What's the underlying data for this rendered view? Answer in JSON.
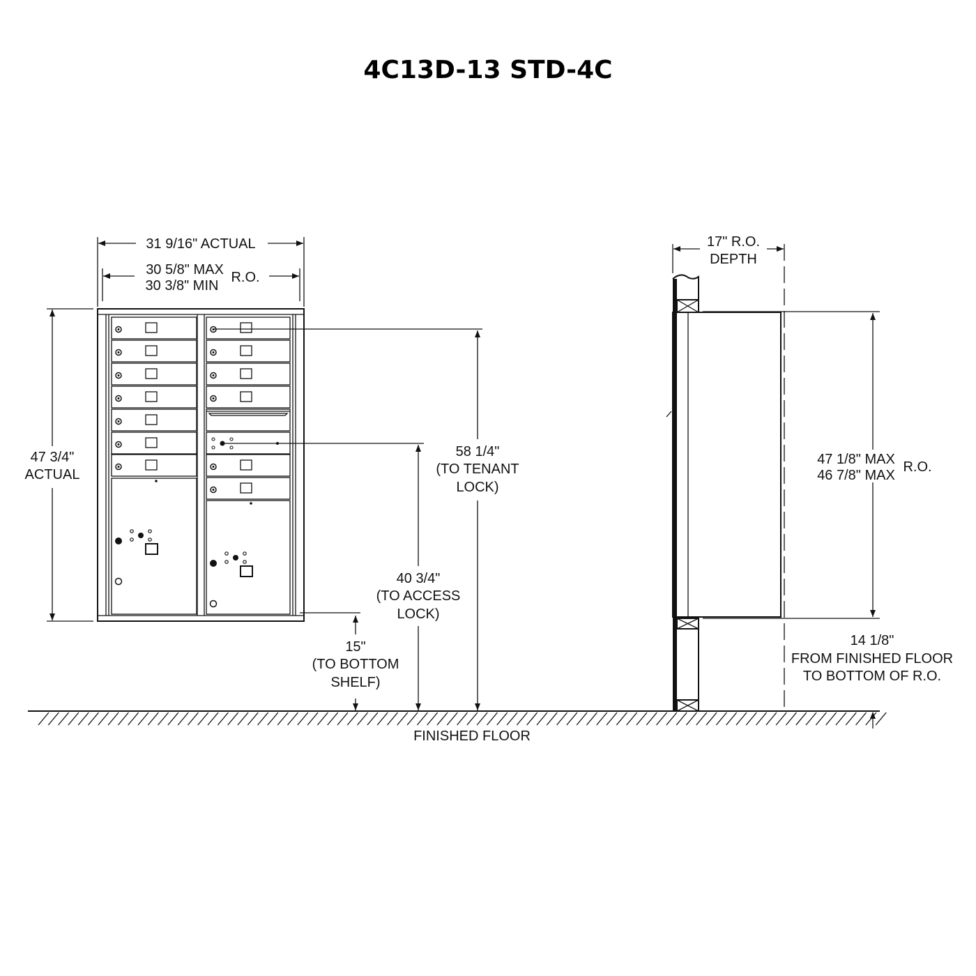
{
  "title": "4C13D-13 STD-4C",
  "front_view": {
    "width_actual": "31 9/16\" ACTUAL",
    "ro_max": "30 5/8\" MAX",
    "ro_min": "30 3/8\" MIN",
    "ro_label": "R.O.",
    "height_value": "47 3/4\"",
    "height_label": "ACTUAL",
    "tenant_lock": [
      "58 1/4\"",
      "(TO TENANT",
      "LOCK)"
    ],
    "access_lock": [
      "40 3/4\"",
      "(TO ACCESS",
      "LOCK)"
    ],
    "bottom_shelf": [
      "15\"",
      "(TO BOTTOM",
      "SHELF)"
    ],
    "floor_label": "FINISHED FLOOR"
  },
  "side_view": {
    "depth": "17\"  R.O.",
    "depth_label": "DEPTH",
    "ro_max_1": "47 1/8\" MAX",
    "ro_max_2": "46 7/8\" MAX",
    "ro_label": "R.O.",
    "floor_offset": [
      "14 1/8\"",
      "FROM FINISHED FLOOR",
      "TO BOTTOM OF R.O."
    ]
  }
}
